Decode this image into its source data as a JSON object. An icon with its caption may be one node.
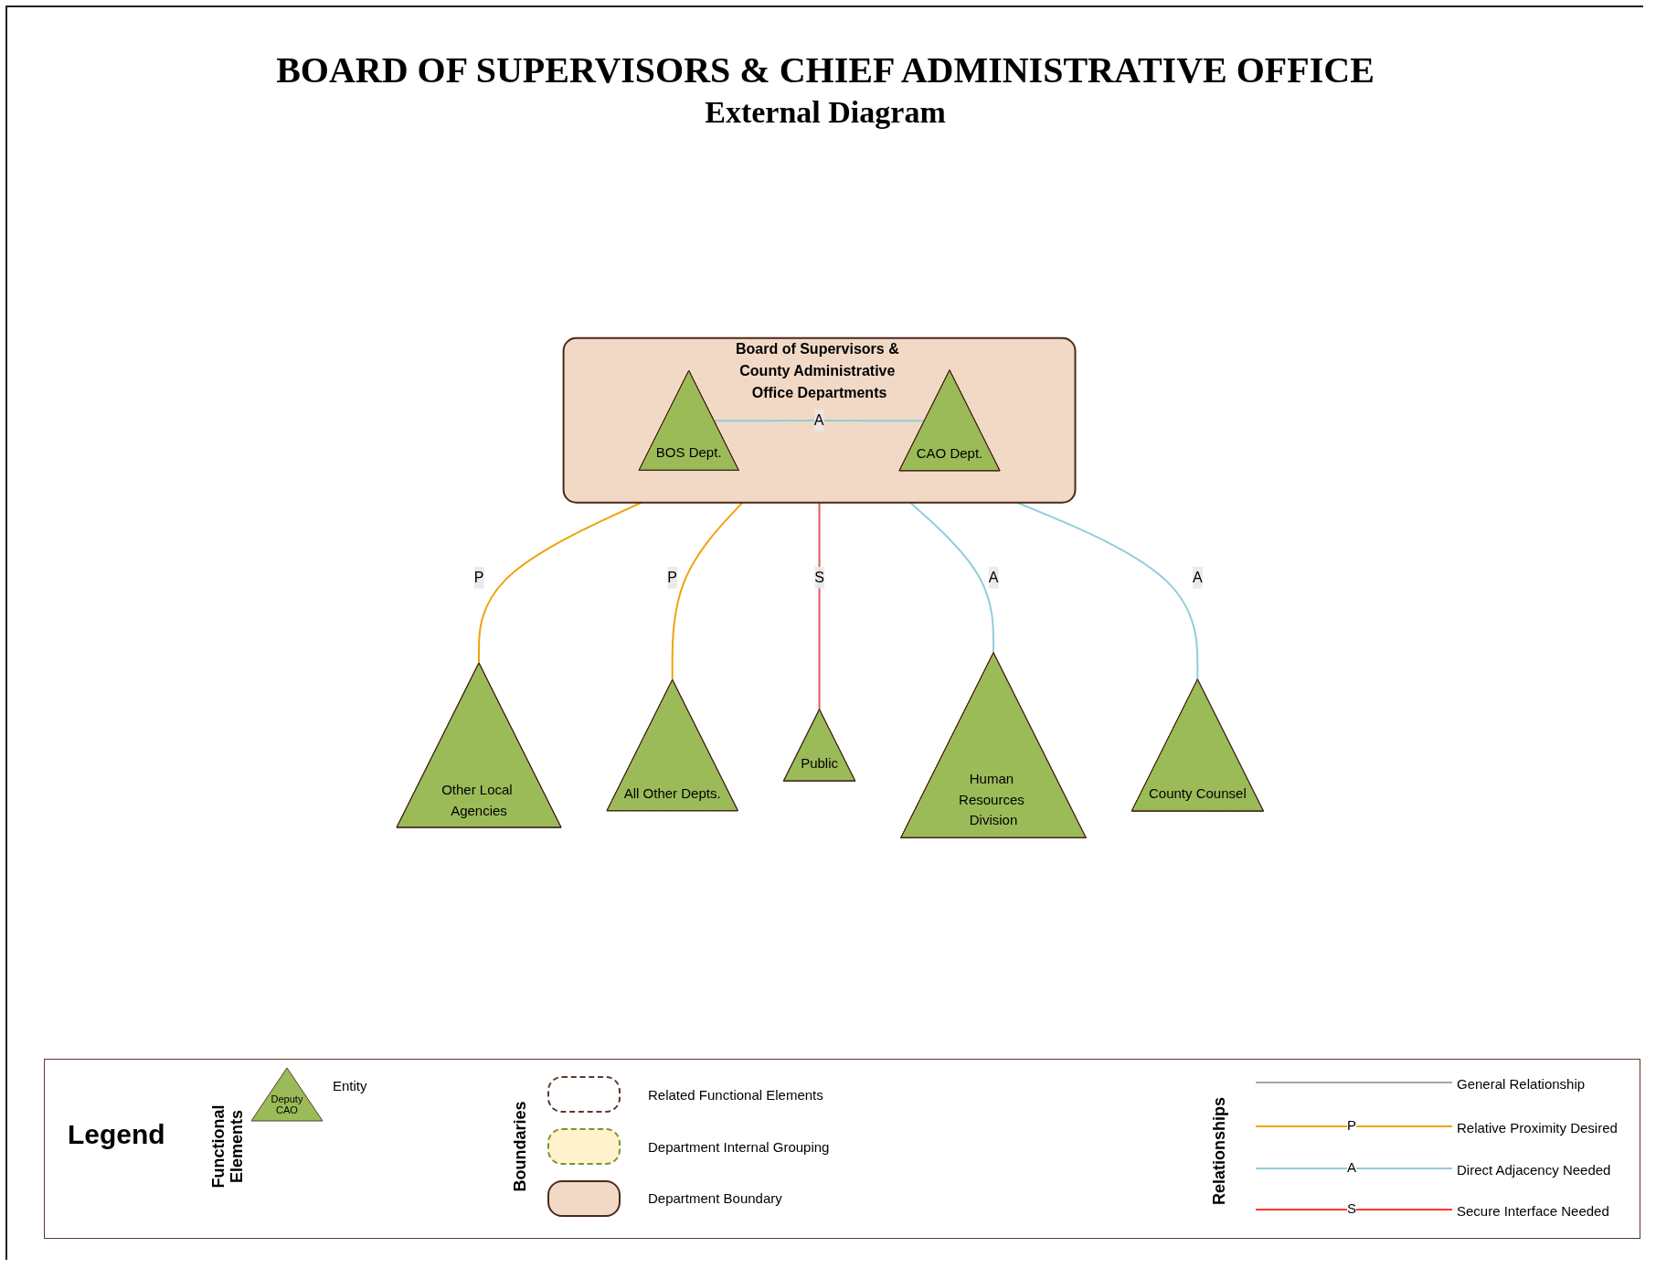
{
  "diagram": {
    "title": "BOARD OF SUPERVISORS & CHIEF ADMINISTRATIVE OFFICE",
    "nodes": [
      {
        "text": [
          "Board of Supervisors & County Administrative Office Departments"
        ]
      },
      {
        "text": [
          "BOS Dept."
        ],
        "in": 0
      },
      {
        "text": [
          "CAO Dept."
        ],
        "in": 0
      },
      {
        "text": [
          "Other Local Agencies"
        ]
      },
      {
        "text": [
          "All Other Depts."
        ]
      },
      {
        "text": [
          "Public"
        ]
      },
      {
        "text": [
          "Human Resources Division"
        ]
      },
      {
        "text": [
          "County Counsel"
        ]
      }
    ],
    "edges": [
      {
        "from": 1,
        "to": 2,
        "arrow": "none",
        "label": "A",
        "color": "#92cddc"
      },
      {
        "from": 0,
        "to": 3,
        "arrow": "none",
        "label": "P",
        "color": "#f0a30a"
      },
      {
        "from": 0,
        "to": 4,
        "arrow": "none",
        "label": "P",
        "color": "#f0a30a"
      },
      {
        "from": 0,
        "to": 5,
        "arrow": "none",
        "label": "S",
        "color": "#e05a5a"
      },
      {
        "from": 0,
        "to": 6,
        "arrow": "none",
        "label": "A",
        "color": "#92cddc"
      },
      {
        "from": 0,
        "to": 7,
        "arrow": "none",
        "label": "A",
        "color": "#92cddc"
      }
    ],
    "labels": [
      "External Diagram",
      "Legend",
      "Functional Elements",
      "Deputy CAO",
      "Boundaries",
      "Relationships",
      "P",
      "A",
      "S"
    ],
    "legend": [
      {
        "text": "Entity"
      },
      {
        "text": "Related Functional Elements"
      },
      {
        "text": "Department Internal Grouping"
      },
      {
        "text": "Department Boundary",
        "color": "#f2d9c6"
      },
      {
        "text": "General Relationship"
      },
      {
        "text": "Relative Proximity Desired"
      },
      {
        "text": "Direct Adjacency Needed"
      },
      {
        "text": "Secure Interface Needed"
      }
    ]
  }
}
